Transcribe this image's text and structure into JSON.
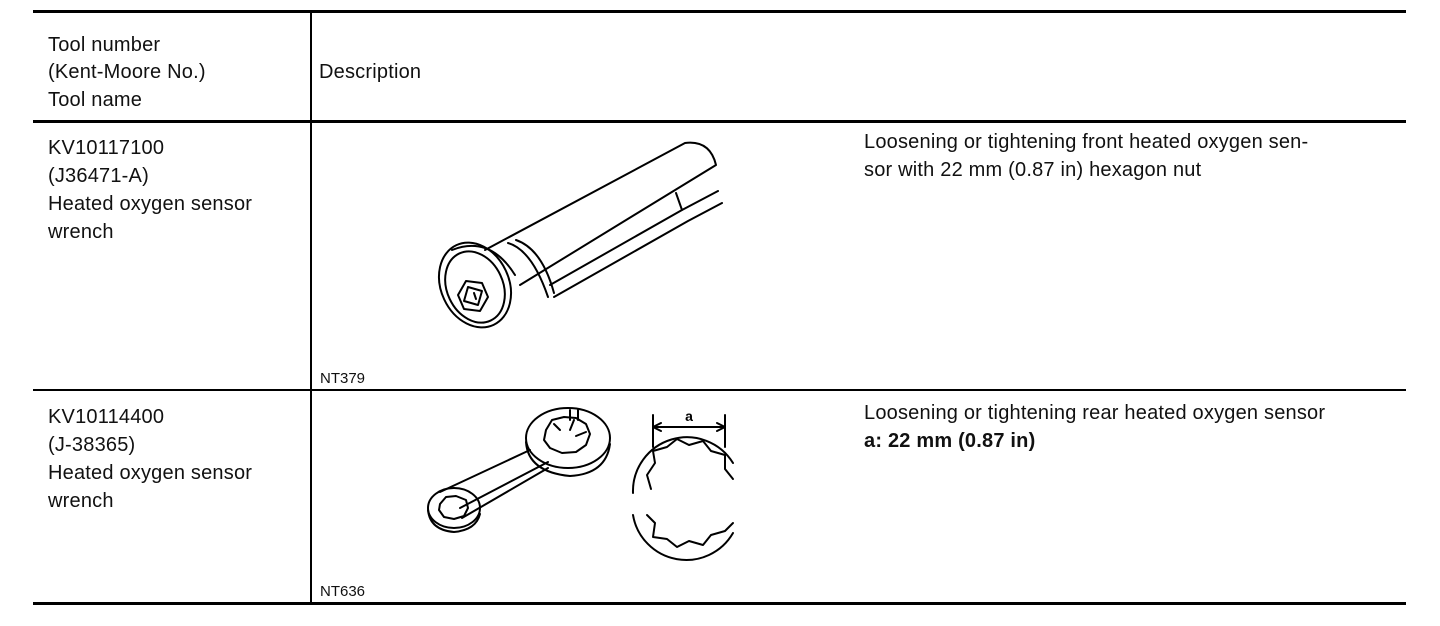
{
  "header": {
    "col1_line1": "Tool number",
    "col1_line2": "(Kent-Moore No.)",
    "col1_line3": "Tool name",
    "col2": "Description"
  },
  "rows": [
    {
      "tool_number": "KV10117100",
      "kent_moore": "(J36471-A)",
      "name_line1": "Heated oxygen sensor",
      "name_line2": "wrench",
      "figure_label": "NT379",
      "desc_line1": "Loosening or tightening front heated oxygen sen-",
      "desc_line2": "sor with 22 mm (0.87 in) hexagon nut"
    },
    {
      "tool_number": "KV10114400",
      "kent_moore": "(J-38365)",
      "name_line1": "Heated oxygen sensor",
      "name_line2": "wrench",
      "figure_label": "NT636",
      "dimension_label": "a",
      "desc_line1": "Loosening or tightening rear heated oxygen sensor",
      "desc_line2": "a: 22 mm (0.87 in)"
    }
  ]
}
